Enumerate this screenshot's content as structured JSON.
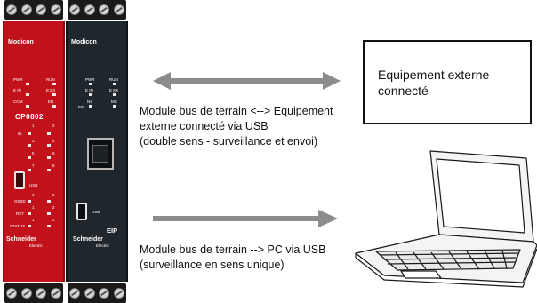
{
  "modules": [
    {
      "brand": "Modicon",
      "model": "CP0802",
      "leds_left": [
        "PWR",
        "E IN",
        "COM",
        "IN",
        "OSSD",
        "RST",
        "STATUS"
      ],
      "leds_right": [
        "RUN",
        "E EX",
        "EN"
      ],
      "numbers": [
        "1",
        "2",
        "3",
        "4",
        "5",
        "6",
        "7",
        "8",
        "1",
        "2",
        "1",
        "2",
        "1",
        "2"
      ],
      "usb_label": "USB",
      "logo": "Schneider",
      "logo_sub": "Electric"
    },
    {
      "brand": "Modicon",
      "leds_left": [
        "PWR",
        "E IN",
        "NS",
        "EIP"
      ],
      "leds_right": [
        "RUN",
        "E EX",
        "MS"
      ],
      "usb_label": "USB",
      "model": "EIP",
      "logo": "Schneider",
      "logo_sub": "Electric"
    }
  ],
  "external_box": {
    "text": "Equipement externe connecté"
  },
  "arrows": [
    {
      "type": "bidirectional",
      "label_lines": [
        "Module bus de terrain <--> Equipement",
        "externe connecté via USB",
        "(double sens - surveillance et envoi)"
      ]
    },
    {
      "type": "unidirectional",
      "label_lines": [
        "Module bus de terrain --> PC via USB",
        "(surveillance en sens unique)"
      ]
    }
  ],
  "colors": {
    "red_module": "#c1121c",
    "dark_module": "#20272c",
    "arrow": "#8c8c8c"
  }
}
